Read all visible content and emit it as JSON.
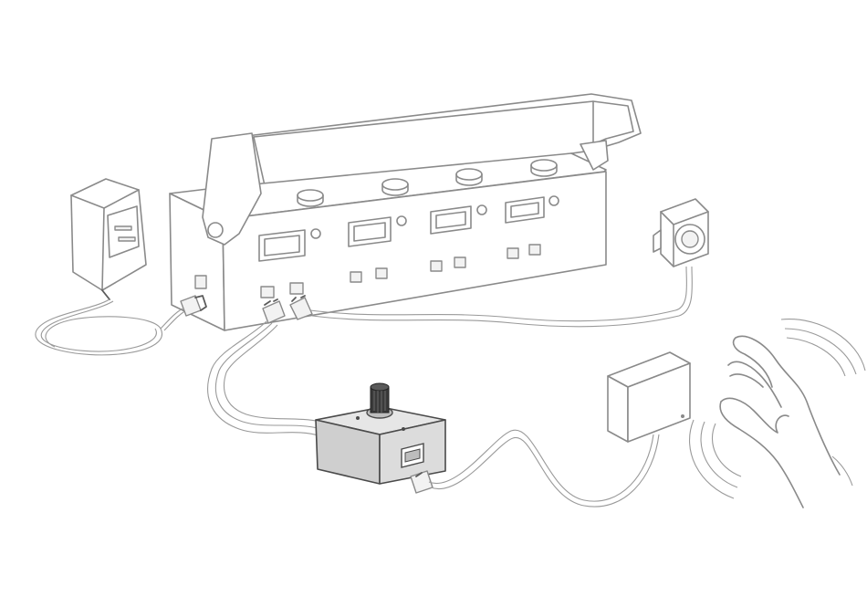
{
  "figure": {
    "kind": "wiring-illustration",
    "background": "#ffffff",
    "stroke_color": "#8a8a8a",
    "dark_stroke_color": "#4a4a4a",
    "module_fill": "#d9d9d9"
  },
  "components": [
    {
      "id": "power-adapter",
      "icon": "wall-plug-adapter-icon"
    },
    {
      "id": "control-hub",
      "icon": "console-box-icon"
    },
    {
      "id": "speaker",
      "icon": "speaker-icon"
    },
    {
      "id": "dimmer-module",
      "icon": "rotary-knob-module-icon"
    },
    {
      "id": "motion-sensor",
      "icon": "sensor-box-icon"
    },
    {
      "id": "waving-hand",
      "icon": "hand-wave-icon"
    }
  ]
}
